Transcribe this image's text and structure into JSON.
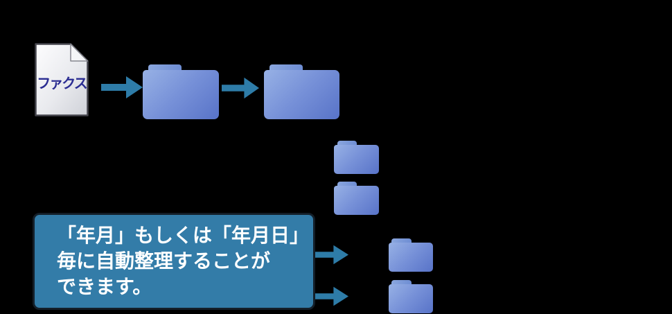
{
  "diagram": {
    "fax_label": "ファクス",
    "callout": {
      "lines": [
        "「年月」もしくは「年月日」",
        "毎に自動整理することが",
        "できます。"
      ]
    }
  },
  "colors": {
    "background": "#000000",
    "arrow_teal": "#2e7ca8",
    "callout_fill": "#337ca8",
    "callout_border": "#141f29",
    "callout_text": "#ffffff",
    "folder_light": "#97b1e5",
    "folder_dark": "#5873c8",
    "folder_tab": "#6e8dd3",
    "document_border": "#45454d",
    "document_fill": "#e8e9ec",
    "fax_label_color": "#2b2d92"
  },
  "icons": {
    "document": "fax-document-icon",
    "folders": [
      "folder-icon-1",
      "folder-icon-2",
      "folder-icon-3",
      "folder-icon-4",
      "folder-icon-5",
      "folder-icon-6"
    ],
    "arrows": [
      "arrow-right-icon-1",
      "arrow-right-icon-2",
      "arrow-right-icon-3",
      "arrow-right-icon-4"
    ]
  }
}
